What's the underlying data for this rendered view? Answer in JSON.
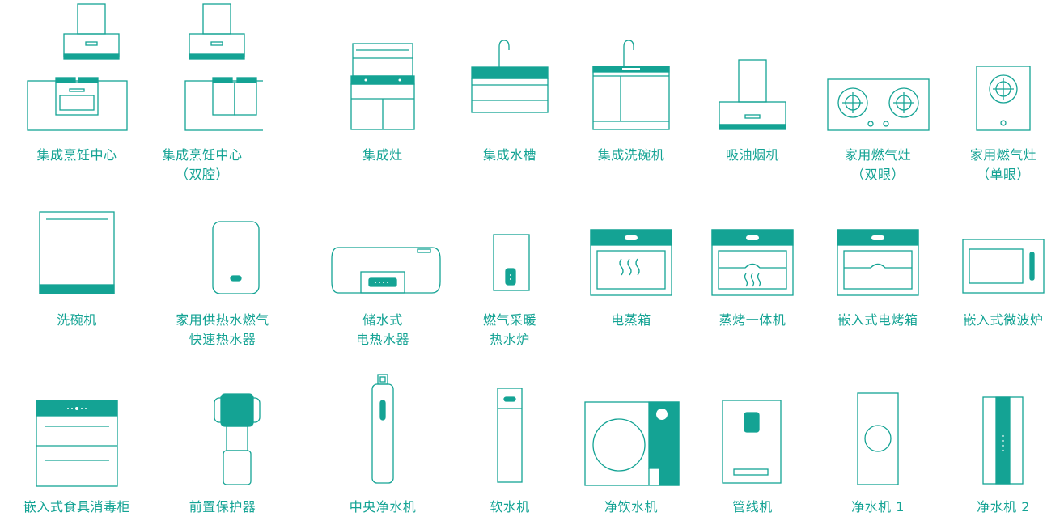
{
  "colors": {
    "accent": "#14a394",
    "background": "#ffffff"
  },
  "products": [
    {
      "lines": [
        "集成烹饪中心"
      ],
      "icon": "integrated-cooking-center-icon"
    },
    {
      "lines": [
        "集成烹饪中心",
        "（双腔）"
      ],
      "icon": "integrated-cooking-center-double-icon"
    },
    {
      "lines": [
        "集成灶"
      ],
      "icon": "integrated-stove-icon"
    },
    {
      "lines": [
        "集成水槽"
      ],
      "icon": "integrated-sink-icon"
    },
    {
      "lines": [
        "集成洗碗机"
      ],
      "icon": "integrated-dishwasher-icon"
    },
    {
      "lines": [
        "吸油烟机"
      ],
      "icon": "range-hood-icon"
    },
    {
      "lines": [
        "家用燃气灶",
        "（双眼）"
      ],
      "icon": "gas-stove-double-icon"
    },
    {
      "lines": [
        "家用燃气灶",
        "（单眼）"
      ],
      "icon": "gas-stove-single-icon"
    },
    {
      "lines": [
        "洗碗机"
      ],
      "icon": "dishwasher-icon"
    },
    {
      "lines": [
        "家用供热水燃气",
        "快速热水器"
      ],
      "icon": "gas-water-heater-icon"
    },
    {
      "lines": [
        "储水式",
        "电热水器"
      ],
      "icon": "storage-electric-water-heater-icon"
    },
    {
      "lines": [
        "燃气采暖",
        "热水炉"
      ],
      "icon": "gas-heating-boiler-icon"
    },
    {
      "lines": [
        "电蒸箱"
      ],
      "icon": "electric-steamer-icon"
    },
    {
      "lines": [
        "蒸烤一体机"
      ],
      "icon": "steam-oven-combo-icon"
    },
    {
      "lines": [
        "嵌入式电烤箱"
      ],
      "icon": "built-in-oven-icon"
    },
    {
      "lines": [
        "嵌入式微波炉"
      ],
      "icon": "built-in-microwave-icon"
    },
    {
      "lines": [
        "嵌入式食具消毒柜"
      ],
      "icon": "disinfection-cabinet-icon"
    },
    {
      "lines": [
        "前置保护器"
      ],
      "icon": "pre-filter-icon"
    },
    {
      "lines": [
        "中央净水机"
      ],
      "icon": "central-water-purifier-icon"
    },
    {
      "lines": [
        "软水机"
      ],
      "icon": "water-softener-icon"
    },
    {
      "lines": [
        "净饮水机"
      ],
      "icon": "drinking-water-machine-icon"
    },
    {
      "lines": [
        "管线机"
      ],
      "icon": "pipeline-dispenser-icon"
    },
    {
      "lines": [
        "净水机 1"
      ],
      "icon": "water-purifier-1-icon"
    },
    {
      "lines": [
        "净水机 2"
      ],
      "icon": "water-purifier-2-icon"
    }
  ]
}
